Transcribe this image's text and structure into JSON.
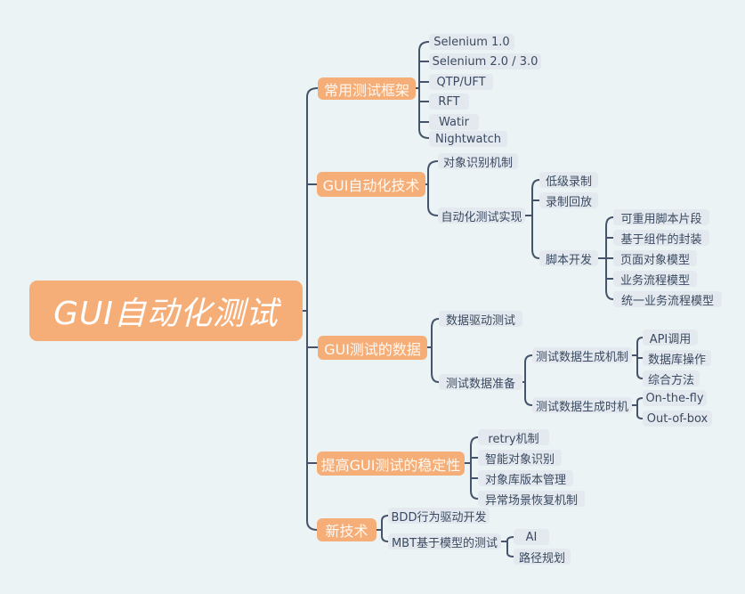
{
  "canvas": {
    "background_color": "#ecf3f5",
    "node_accent_color": "#f5ae78",
    "leaf_background_color": "#e3e9ee",
    "leaf_text_color": "#3b4a61",
    "line_color": "#45546a"
  },
  "mindmap": {
    "root": {
      "label": "GUI自动化测试"
    },
    "branches": [
      {
        "label": "常用测试框架",
        "children": [
          {
            "label": "Selenium 1.0"
          },
          {
            "label": "Selenium 2.0 / 3.0"
          },
          {
            "label": "QTP/UFT"
          },
          {
            "label": "RFT"
          },
          {
            "label": "Watir"
          },
          {
            "label": "Nightwatch"
          }
        ]
      },
      {
        "label": "GUI自动化技术",
        "children": [
          {
            "label": "对象识别机制"
          },
          {
            "label": "自动化测试实现",
            "children": [
              {
                "label": "低级录制"
              },
              {
                "label": "录制回放"
              },
              {
                "label": "脚本开发",
                "children": [
                  {
                    "label": "可重用脚本片段"
                  },
                  {
                    "label": "基于组件的封装"
                  },
                  {
                    "label": "页面对象模型"
                  },
                  {
                    "label": "业务流程模型"
                  },
                  {
                    "label": "统一业务流程模型"
                  }
                ]
              }
            ]
          }
        ]
      },
      {
        "label": "GUI测试的数据",
        "children": [
          {
            "label": "数据驱动测试"
          },
          {
            "label": "测试数据准备",
            "children": [
              {
                "label": "测试数据生成机制",
                "children": [
                  {
                    "label": "API调用"
                  },
                  {
                    "label": "数据库操作"
                  },
                  {
                    "label": "综合方法"
                  }
                ]
              },
              {
                "label": "测试数据生成时机",
                "children": [
                  {
                    "label": "On-the-fly"
                  },
                  {
                    "label": "Out-of-box"
                  }
                ]
              }
            ]
          }
        ]
      },
      {
        "label": "提高GUI测试的稳定性",
        "children": [
          {
            "label": "retry机制"
          },
          {
            "label": "智能对象识别"
          },
          {
            "label": "对象库版本管理"
          },
          {
            "label": "异常场景恢复机制"
          }
        ]
      },
      {
        "label": "新技术",
        "children": [
          {
            "label": "BDD行为驱动开发"
          },
          {
            "label": "MBT基于模型的测试",
            "children": [
              {
                "label": "AI"
              },
              {
                "label": "路径规划"
              }
            ]
          }
        ]
      }
    ]
  }
}
